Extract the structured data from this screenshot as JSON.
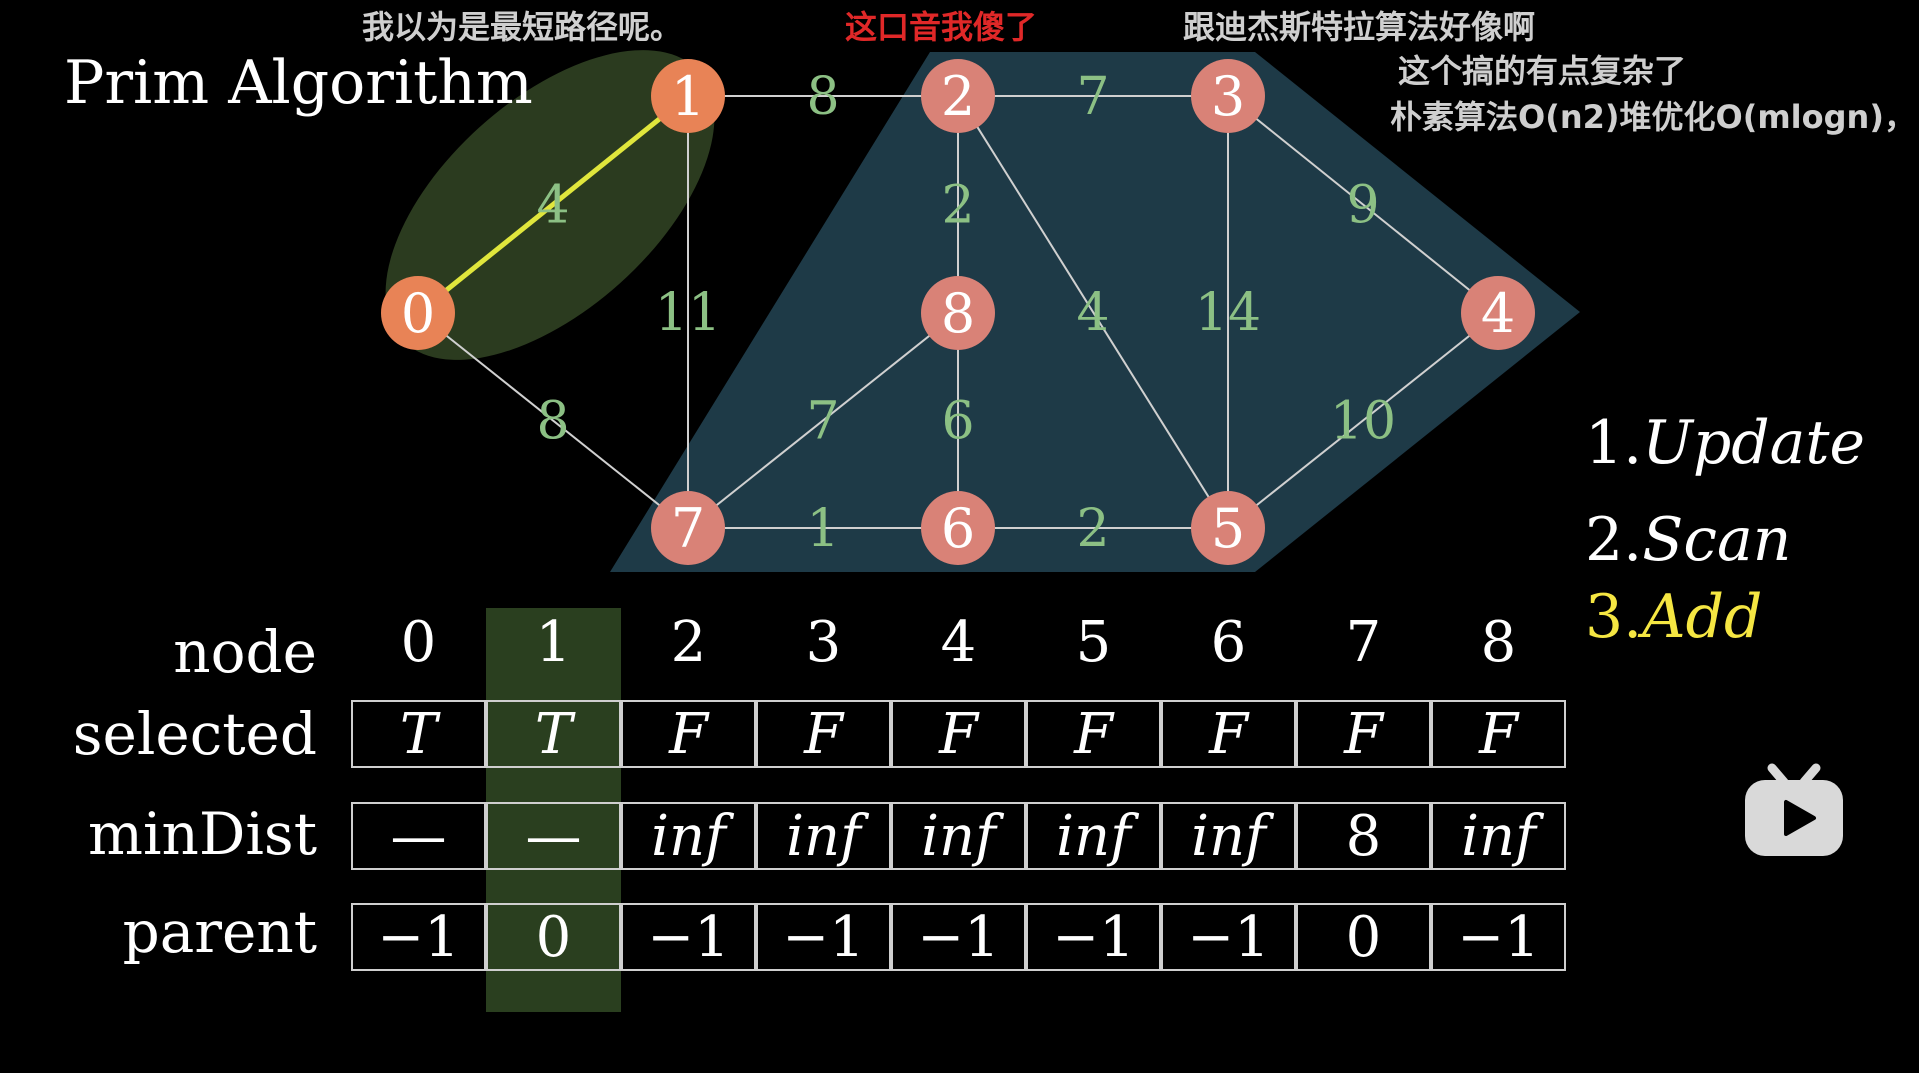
{
  "title": "Prim Algorithm",
  "danmaku": [
    {
      "text": "我以为是最短路径呢。",
      "color": "#cfcfcf"
    },
    {
      "text": "这口音我傻了",
      "color": "#e02828"
    },
    {
      "text": "跟迪杰斯特拉算法好像啊",
      "color": "#cfcfcf"
    },
    {
      "text": "这个搞的有点复杂了",
      "color": "#cfcfcf"
    },
    {
      "text": "朴素算法O(n2)堆优化O(mlogn)，",
      "color": "#cfcfcf"
    }
  ],
  "steps": [
    {
      "num": "1.",
      "label": "Update",
      "color": "#ffffff"
    },
    {
      "num": "2.",
      "label": "Scan",
      "color": "#ffffff"
    },
    {
      "num": "3.",
      "label": "Add",
      "color": "#f5e642"
    }
  ],
  "graph": {
    "nodes": [
      {
        "id": "0",
        "state": "selected"
      },
      {
        "id": "1",
        "state": "selected"
      },
      {
        "id": "2",
        "state": "unselected"
      },
      {
        "id": "3",
        "state": "unselected"
      },
      {
        "id": "4",
        "state": "unselected"
      },
      {
        "id": "5",
        "state": "unselected"
      },
      {
        "id": "6",
        "state": "unselected"
      },
      {
        "id": "7",
        "state": "unselected"
      },
      {
        "id": "8",
        "state": "unselected"
      }
    ],
    "edges": [
      {
        "from": "0",
        "to": "1",
        "weight": "4",
        "highlight": true
      },
      {
        "from": "0",
        "to": "7",
        "weight": "8",
        "highlight": false
      },
      {
        "from": "1",
        "to": "2",
        "weight": "8",
        "highlight": false
      },
      {
        "from": "1",
        "to": "7",
        "weight": "11",
        "highlight": false
      },
      {
        "from": "2",
        "to": "3",
        "weight": "7",
        "highlight": false
      },
      {
        "from": "2",
        "to": "8",
        "weight": "2",
        "highlight": false
      },
      {
        "from": "2",
        "to": "5",
        "weight": "4",
        "highlight": false
      },
      {
        "from": "3",
        "to": "4",
        "weight": "9",
        "highlight": false
      },
      {
        "from": "3",
        "to": "5",
        "weight": "14",
        "highlight": false
      },
      {
        "from": "4",
        "to": "5",
        "weight": "10",
        "highlight": false
      },
      {
        "from": "5",
        "to": "6",
        "weight": "2",
        "highlight": false
      },
      {
        "from": "6",
        "to": "7",
        "weight": "1",
        "highlight": false
      },
      {
        "from": "6",
        "to": "8",
        "weight": "6",
        "highlight": false
      },
      {
        "from": "7",
        "to": "8",
        "weight": "7",
        "highlight": false
      }
    ]
  },
  "table": {
    "row_labels": {
      "node": "node",
      "selected": "selected",
      "minDist": "minDist",
      "parent": "parent"
    },
    "columns": [
      {
        "node": "0",
        "selected": "T",
        "minDist": "—",
        "parent": "−1"
      },
      {
        "node": "1",
        "selected": "T",
        "minDist": "—",
        "parent": "0"
      },
      {
        "node": "2",
        "selected": "F",
        "minDist": "inf",
        "parent": "−1"
      },
      {
        "node": "3",
        "selected": "F",
        "minDist": "inf",
        "parent": "−1"
      },
      {
        "node": "4",
        "selected": "F",
        "minDist": "inf",
        "parent": "−1"
      },
      {
        "node": "5",
        "selected": "F",
        "minDist": "inf",
        "parent": "−1"
      },
      {
        "node": "6",
        "selected": "F",
        "minDist": "inf",
        "parent": "−1"
      },
      {
        "node": "7",
        "selected": "F",
        "minDist": "8",
        "parent": "0"
      },
      {
        "node": "8",
        "selected": "F",
        "minDist": "inf",
        "parent": "−1"
      }
    ],
    "highlight_column": 1
  },
  "colors": {
    "background": "#000000",
    "selected_node": "#e88356",
    "unselected_node": "#d98277",
    "node_text": "#ffffff",
    "edge": "#d0d0d0",
    "highlight_edge": "#e0e63c",
    "weight_text": "#8cc084",
    "region_fill": "#1e3a47",
    "ellipse_fill": "#2b3b1f",
    "column_highlight": "#2a3f1f"
  },
  "icons": {
    "logo": "bilibili-tv-icon"
  }
}
